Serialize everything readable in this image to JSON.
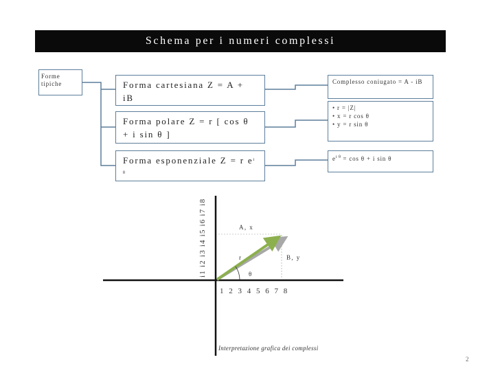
{
  "slide": {
    "title": "Schema per i numeri complessi",
    "page_number": "2"
  },
  "root_box": {
    "line1": "Forme",
    "line2": "tipiche"
  },
  "forms": [
    {
      "text": "Forma cartesiana   Z = A + iB"
    },
    {
      "text": "Forma polare   Z = r [ cos θ + i sin θ ]"
    },
    {
      "text_main": "Forma esponenziale   Z = r e",
      "text_sup": "i θ"
    }
  ],
  "side_boxes": {
    "conjugate": "Complesso coniugato = A - iB",
    "relations": [
      "• r = |Z|",
      "• x = r cos θ",
      "• y = r sin θ"
    ],
    "euler_main": "e",
    "euler_sup": "i θ",
    "euler_rest": " = cos θ + i sin θ"
  },
  "diagram": {
    "label_a": "A, x",
    "label_b": "B, y",
    "label_r": "r",
    "label_theta": "θ",
    "x_ticks": "1  2  3  4  5  6  7  8",
    "y_ticks": "i1 i2 i3 i4 i5 i6 i7 i8",
    "caption": "Interpretazione grafica dei complessi",
    "colors": {
      "vector_green": "#8cb04e",
      "vector_gray": "#a8a8a8",
      "axis": "#111111"
    }
  }
}
